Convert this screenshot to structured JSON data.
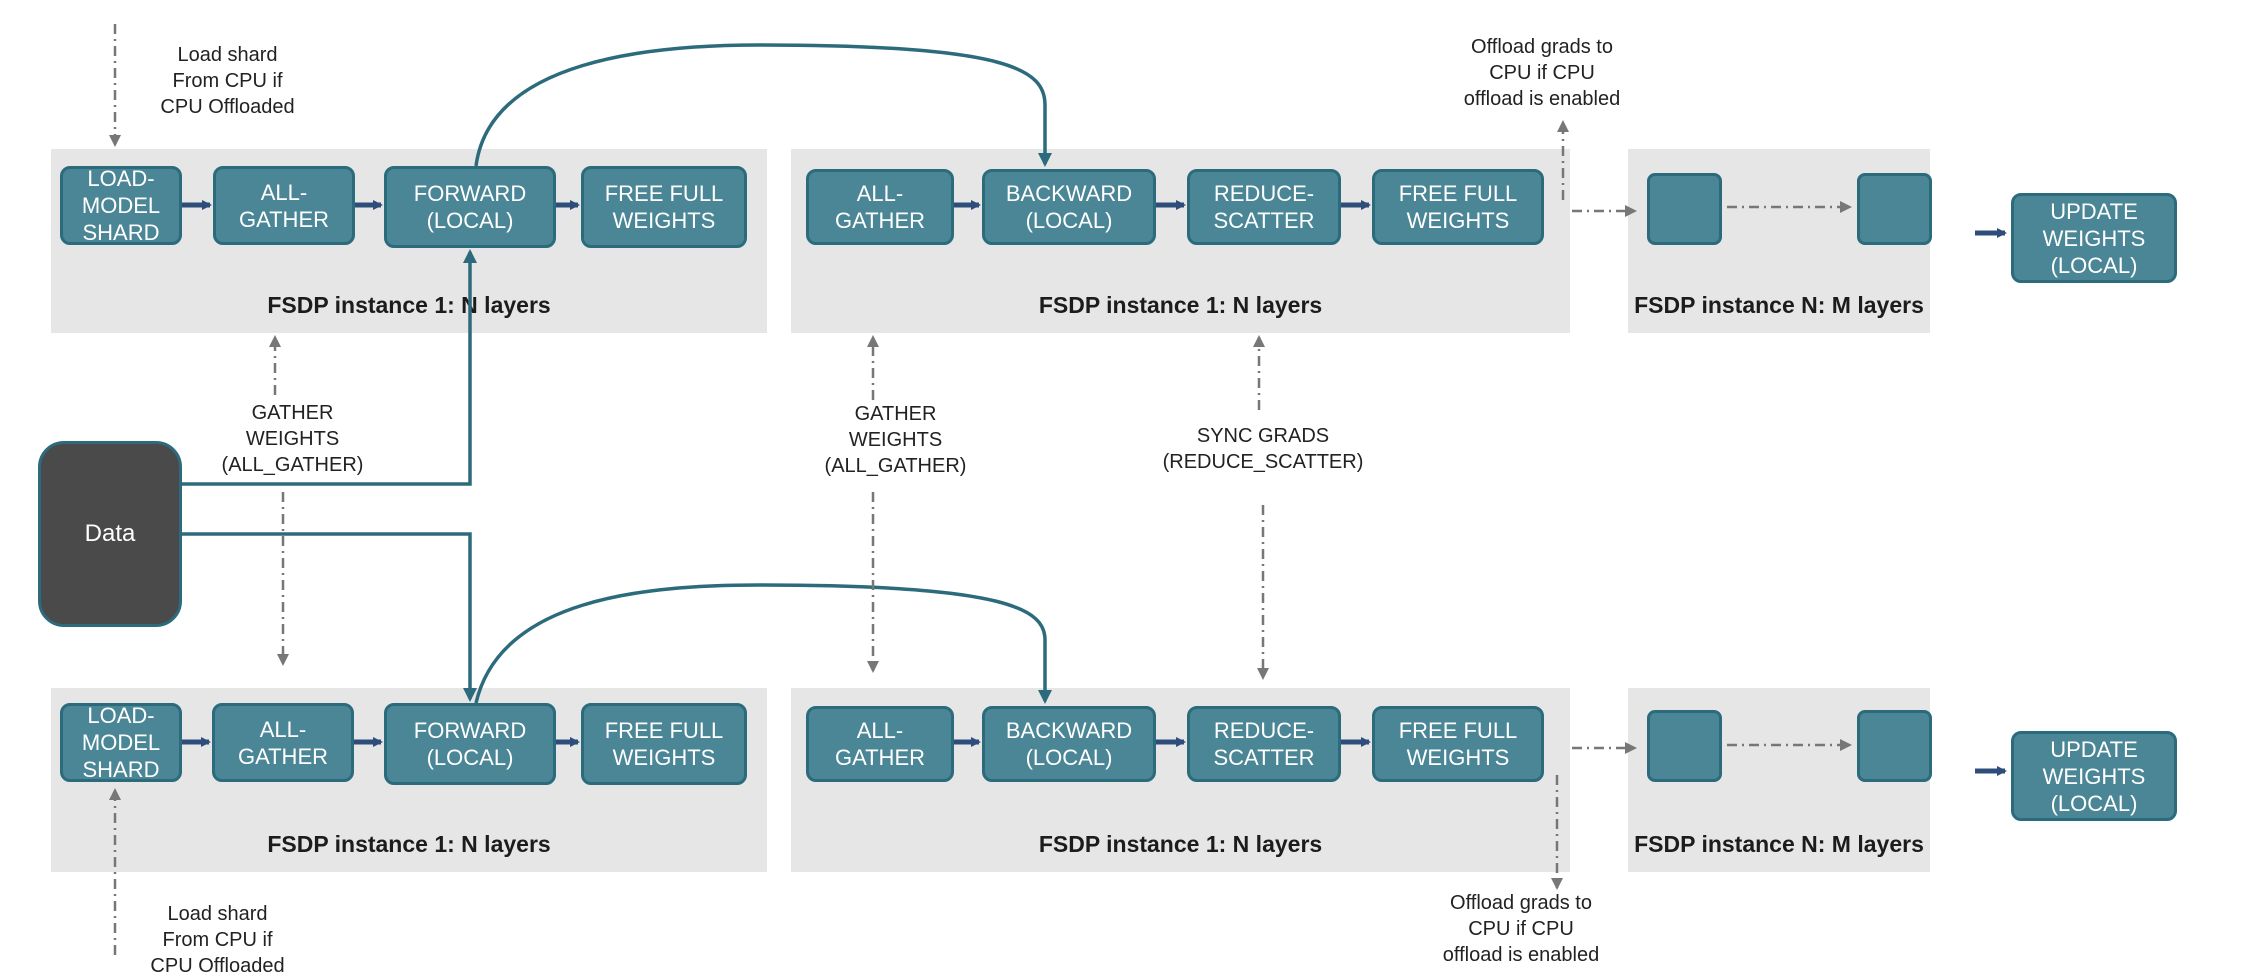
{
  "colors": {
    "box_fill": "#4a8695",
    "box_border": "#2b6b7c",
    "panel_bg": "#e6e6e6",
    "data_fill": "#4a4a4a",
    "curve": "#2b6b7c",
    "arrow": "#2e4d7a",
    "dashed": "#777777"
  },
  "data_label": "Data",
  "top": {
    "fwd_panel_label": "FSDP instance 1: N layers",
    "bwd_panel_label": "FSDP instance 1: N layers",
    "last_panel_label": "FSDP instance N: M layers",
    "load_shard": "LOAD-\nMODEL\nSHARD",
    "all_gather_fwd": "ALL-\nGATHER",
    "forward": "FORWARD\n(LOCAL)",
    "free_fwd": "FREE FULL\nWEIGHTS",
    "all_gather_bwd": "ALL-\nGATHER",
    "backward": "BACKWARD\n(LOCAL)",
    "reduce_scatter": "REDUCE-\nSCATTER",
    "free_bwd": "FREE FULL\nWEIGHTS",
    "update": "UPDATE\nWEIGHTS\n(LOCAL)",
    "load_note": "Load shard\nFrom CPU if\nCPU Offloaded",
    "offload_note": "Offload grads to\nCPU if CPU\noffload is enabled"
  },
  "bottom": {
    "fwd_panel_label": "FSDP instance 1: N layers",
    "bwd_panel_label": "FSDP instance 1: N layers",
    "last_panel_label": "FSDP instance N: M layers",
    "load_shard": "LOAD-\nMODEL\nSHARD",
    "all_gather_fwd": "ALL-\nGATHER",
    "forward": "FORWARD\n(LOCAL)",
    "free_fwd": "FREE FULL\nWEIGHTS",
    "all_gather_bwd": "ALL-\nGATHER",
    "backward": "BACKWARD\n(LOCAL)",
    "reduce_scatter": "REDUCE-\nSCATTER",
    "free_bwd": "FREE FULL\nWEIGHTS",
    "update": "UPDATE\nWEIGHTS\n(LOCAL)",
    "load_note": "Load shard\nFrom CPU if\nCPU Offloaded",
    "offload_note": "Offload grads to\nCPU if CPU\noffload is enabled"
  },
  "middle": {
    "gather_weights_1": "GATHER\nWEIGHTS\n(ALL_GATHER)",
    "gather_weights_2": "GATHER\nWEIGHTS\n(ALL_GATHER)",
    "sync_grads": "SYNC GRADS\n(REDUCE_SCATTER)"
  }
}
